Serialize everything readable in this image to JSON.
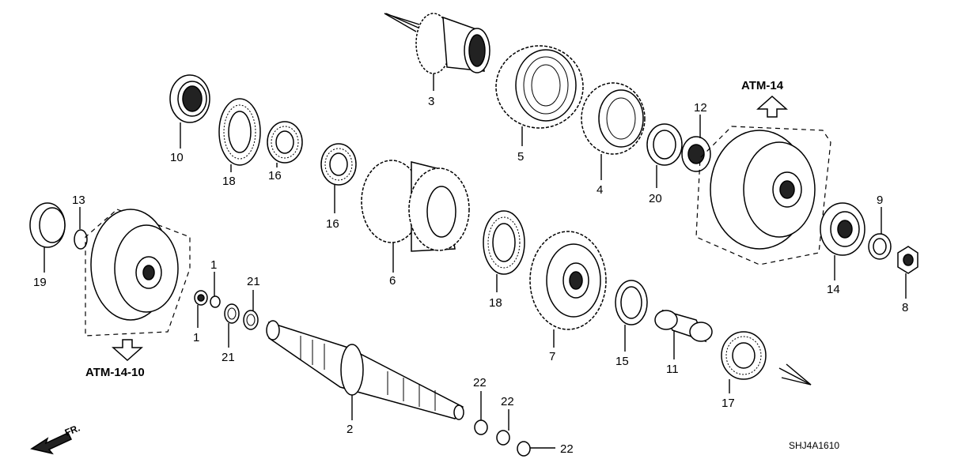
{
  "callouts": [
    {
      "id": "c3",
      "label": "3"
    },
    {
      "id": "c5",
      "label": "5"
    },
    {
      "id": "c10",
      "label": "10"
    },
    {
      "id": "c18a",
      "label": "18"
    },
    {
      "id": "c16a",
      "label": "16"
    },
    {
      "id": "c16b",
      "label": "16"
    },
    {
      "id": "c4",
      "label": "4"
    },
    {
      "id": "c20",
      "label": "20"
    },
    {
      "id": "c12",
      "label": "12"
    },
    {
      "id": "c13",
      "label": "13"
    },
    {
      "id": "c19",
      "label": "19"
    },
    {
      "id": "c6",
      "label": "6"
    },
    {
      "id": "c9",
      "label": "9"
    },
    {
      "id": "c14",
      "label": "14"
    },
    {
      "id": "c8",
      "label": "8"
    },
    {
      "id": "c1a",
      "label": "1"
    },
    {
      "id": "c1b",
      "label": "1"
    },
    {
      "id": "c21a",
      "label": "21"
    },
    {
      "id": "c21b",
      "label": "21"
    },
    {
      "id": "c18b",
      "label": "18"
    },
    {
      "id": "c7",
      "label": "7"
    },
    {
      "id": "c15",
      "label": "15"
    },
    {
      "id": "c11",
      "label": "11"
    },
    {
      "id": "c17",
      "label": "17"
    },
    {
      "id": "c2",
      "label": "2"
    },
    {
      "id": "c22a",
      "label": "22"
    },
    {
      "id": "c22b",
      "label": "22"
    },
    {
      "id": "c22c",
      "label": "22"
    }
  ],
  "references": {
    "atm14": "ATM-14",
    "atm1410": "ATM-14-10"
  },
  "front_marker": "FR.",
  "diagram_code": "SHJ4A1610"
}
